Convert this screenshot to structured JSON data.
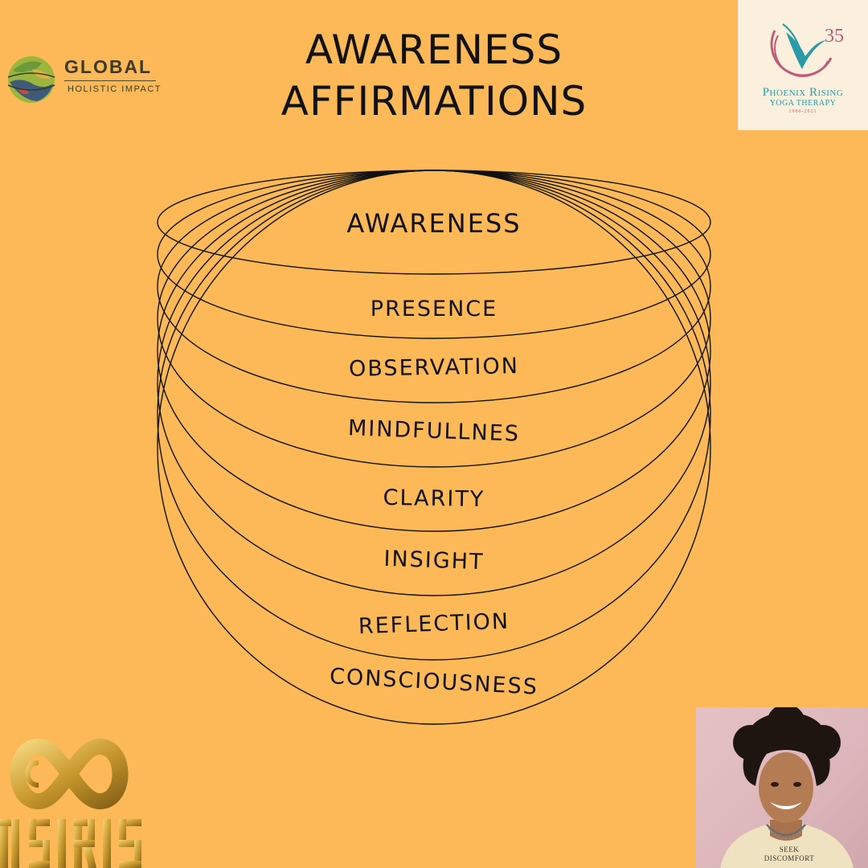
{
  "title": {
    "line1": "AWARENESS",
    "line2": "AFFIRMATIONS"
  },
  "diagram": {
    "layers": [
      "AWARENESS",
      "PRESENCE",
      "OBSERVATION",
      "MINDFULLNES",
      "CLARITY",
      "INSIGHT",
      "REFLECTION",
      "CONSCIOUSNESS"
    ]
  },
  "logos": {
    "global": {
      "name": "GLOBAL",
      "subtitle": "HOLISTIC IMPACT"
    },
    "phoenix": {
      "name": "Phoenix Rising",
      "subtitle": "YOGA THERAPY",
      "badge": "35",
      "years": "1986-2021"
    },
    "osiris": {
      "name": "OSIRIS"
    }
  },
  "portrait": {
    "shirt_text_line1": "SEEK",
    "shirt_text_line2": "DISCOMFORT"
  },
  "colors": {
    "background": "#FDB957",
    "ink": "#111111",
    "phoenix_teal": "#2a9aa8",
    "phoenix_pink": "#c05a78",
    "osiris_gold": "#c99a2e"
  }
}
